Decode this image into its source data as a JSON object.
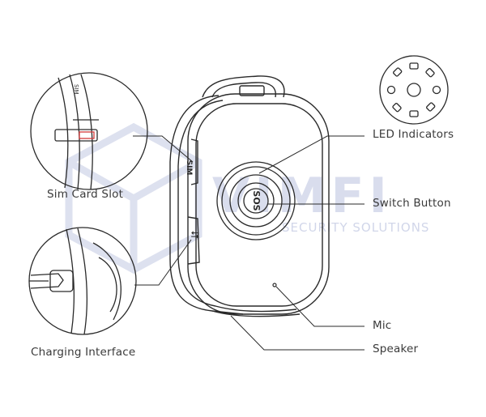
{
  "labels": {
    "sim_card_slot": "Sim Card Slot",
    "charging_interface": "Charging Interface",
    "led_indicators": "LED Indicators",
    "switch_button": "Switch Button",
    "mic": "Mic",
    "speaker": "Speaker"
  },
  "device_markings": {
    "sim": "SIM",
    "sos": "SOS",
    "usb_symbol": "⮃"
  },
  "watermark": {
    "brand": "VIMFI",
    "tagline": "SECURITY SOLUTIONS"
  },
  "colors": {
    "line": "#2a2a2a",
    "watermark": "#c3c9e3",
    "accent_red": "#d23a3a"
  }
}
